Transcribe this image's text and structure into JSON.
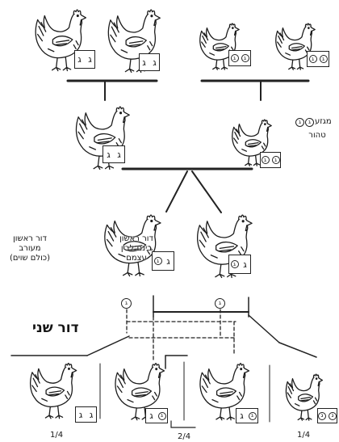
{
  "grandparents": [
    {
      "genotype": [
        {
          "letter": "ג",
          "circled": false
        },
        {
          "letter": "ג",
          "circled": false
        }
      ]
    },
    {
      "genotype": [
        {
          "letter": "ג",
          "circled": false
        },
        {
          "letter": "ג",
          "circled": false
        }
      ]
    },
    {
      "genotype": [
        {
          "letter": "ג",
          "circled": true
        },
        {
          "letter": "ג",
          "circled": true
        }
      ]
    },
    {
      "genotype": [
        {
          "letter": "ג",
          "circled": true
        },
        {
          "letter": "ג",
          "circled": true
        }
      ]
    }
  ],
  "parents": [
    {
      "genotype": [
        {
          "letter": "ג",
          "circled": false
        },
        {
          "letter": "ג",
          "circled": false
        }
      ]
    },
    {
      "genotype": [
        {
          "letter": "ג",
          "circled": true
        },
        {
          "letter": "ג",
          "circled": true
        }
      ]
    }
  ],
  "purebred_legend": {
    "symbols": [
      {
        "letter": "ג",
        "circled": true
      },
      {
        "letter": "ג",
        "circled": true
      }
    ],
    "line1": "מגזע",
    "line2": "טהור"
  },
  "first_generation": {
    "offspring": [
      {
        "genotype": [
          {
            "letter": "ג",
            "circled": true
          },
          {
            "letter": "ג",
            "circled": false
          }
        ]
      },
      {
        "genotype": [
          {
            "letter": "ג",
            "circled": true
          },
          {
            "letter": "ג",
            "circled": false
          }
        ]
      }
    ],
    "label_crossed": [
      "דור ראשון",
      "מעורב",
      "(כולם שוים)"
    ],
    "label_interbred": [
      "דור ראשון",
      "בינם לבין",
      "עצמם"
    ]
  },
  "second_generation": {
    "title": "דור שני",
    "gametes": [
      {
        "letter": "ג",
        "circled": true
      },
      {
        "letter": "ג",
        "circled": true
      }
    ],
    "offspring": [
      {
        "genotype": [
          {
            "letter": "ג",
            "circled": false
          },
          {
            "letter": "ג",
            "circled": false
          }
        ]
      },
      {
        "genotype": [
          {
            "letter": "ג",
            "circled": false
          },
          {
            "letter": "ג",
            "circled": true
          }
        ]
      },
      {
        "genotype": [
          {
            "letter": "ג",
            "circled": false
          },
          {
            "letter": "ג",
            "circled": true
          }
        ]
      },
      {
        "genotype": [
          {
            "letter": "ג",
            "circled": true
          },
          {
            "letter": "ג",
            "circled": true
          }
        ]
      }
    ],
    "ratios": [
      "1/4",
      "2/4",
      "1/4"
    ]
  }
}
